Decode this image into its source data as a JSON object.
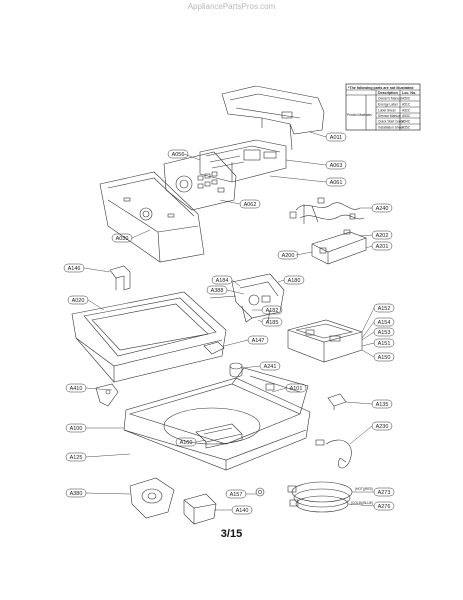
{
  "site_watermark": "AppliancePartsPros.com",
  "page_number": "3/15",
  "not_illustrated": {
    "title": "*The following parts are not illustrated",
    "col_description": "Description",
    "col_loc": "Loc. No.",
    "group_label": "Printed Materials",
    "rows": [
      {
        "desc": "Owner's Manual",
        "loc": "A50C"
      },
      {
        "desc": "Energy Label",
        "loc": "A51C"
      },
      {
        "desc": "Label Sheet",
        "loc": "A52C"
      },
      {
        "desc": "Service Manual",
        "loc": "A53C"
      },
      {
        "desc": "Quick Start Guide",
        "loc": "A54C"
      },
      {
        "desc": "Installation Sheet",
        "loc": "A55C"
      }
    ]
  },
  "callouts": {
    "a011": "A011",
    "a056": "A056",
    "a063": "A063",
    "a061": "A061",
    "a062": "A062",
    "a030": "A030",
    "a240": "A240",
    "a202": "A202",
    "a200": "A200",
    "a201": "A201",
    "a146": "A146",
    "a184": "A184",
    "a180": "A180",
    "a388": "A388",
    "a020": "A020",
    "a182": "A182",
    "a185": "A185",
    "a152": "A152",
    "a154": "A154",
    "a153": "A153",
    "a151": "A151",
    "a150": "A150",
    "a147": "A147",
    "a241": "A241",
    "a410": "A410",
    "a101": "A101",
    "a135": "A135",
    "a100": "A100",
    "a230": "A230",
    "a125": "A125",
    "a160": "A160",
    "a380": "A380",
    "a157": "A157",
    "a140": "A140",
    "a273": "A273",
    "a276": "A276",
    "hose_hot": "(HOT)(RED)",
    "hose_cold": "(COLD)(BLUE)"
  }
}
